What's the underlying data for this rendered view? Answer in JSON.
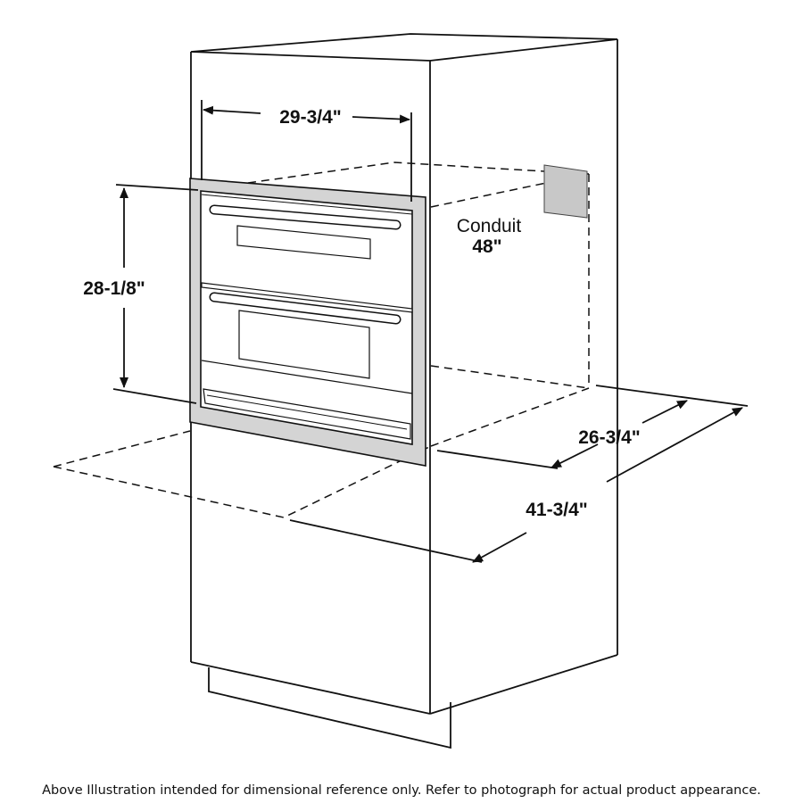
{
  "dimensions": {
    "cutout_width": "29-3/4\"",
    "cutout_height": "28-1/8\"",
    "cutout_depth": "26-3/4\"",
    "overall_depth": "41-3/4\"",
    "conduit_label": "Conduit",
    "conduit_height": "48\""
  },
  "colors": {
    "frame": "#d4d4d4",
    "conduit_box": "#c8c8c8",
    "line": "#111111"
  },
  "caption": "Above Illustration intended for dimensional reference only. Refer to photograph for actual product appearance."
}
